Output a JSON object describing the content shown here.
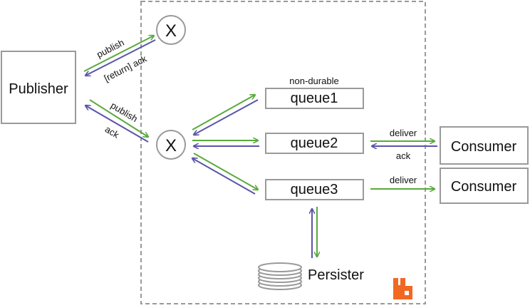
{
  "diagram": {
    "publisher": "Publisher",
    "exchange_symbol": "X",
    "queues": [
      {
        "label": "queue1",
        "tag": "non-durable"
      },
      {
        "label": "queue2"
      },
      {
        "label": "queue3"
      }
    ],
    "consumers": [
      "Consumer",
      "Consumer"
    ],
    "persister": "Persister",
    "edge_labels": {
      "publish_top": "publish",
      "return_ack": "[return] ack",
      "publish_mid": "publish",
      "ack_mid": "ack",
      "deliver_q2": "deliver",
      "ack_q2": "ack",
      "deliver_q3": "deliver"
    },
    "colors": {
      "forward": "#5aaa3c",
      "backward": "#5a55a8",
      "box_border": "#9a9a9a",
      "broker_border": "#9a9a9a",
      "logo": "#f26822"
    },
    "icons": {
      "broker_logo": "rabbitmq-logo-icon",
      "disk": "disk-stack-icon"
    }
  }
}
